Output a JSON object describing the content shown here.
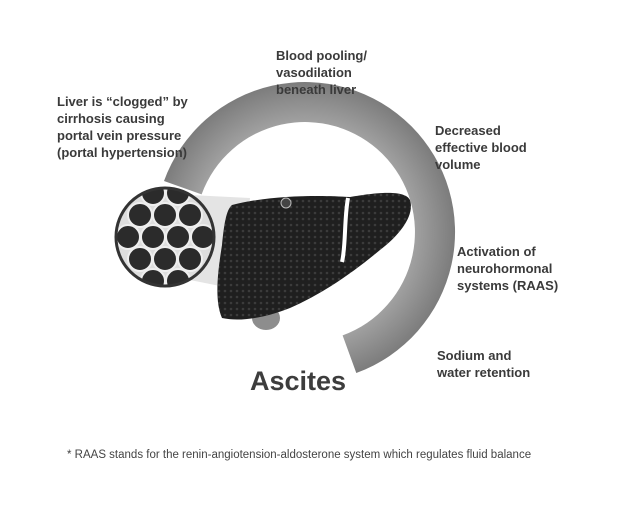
{
  "labels": {
    "liver_clogged": "Liver is “clogged” by\ncirrhosis causing\nportal vein pressure\n(portal hypertension)",
    "blood_pooling": "Blood pooling/\nvasodilation\nbeneath liver",
    "decreased_volume": "Decreased\neffective blood\nvolume",
    "activation": "Activation of\nneurohormonal\nsystems (RAAS)",
    "sodium": "Sodium and\nwater retention"
  },
  "title": "Ascites",
  "footnote": "* RAAS stands for the renin-angiotension-aldosterone system which regulates fluid balance",
  "colors": {
    "ring": "#8a8a8a",
    "liver": "#222222",
    "text": "#3a3a3a"
  }
}
